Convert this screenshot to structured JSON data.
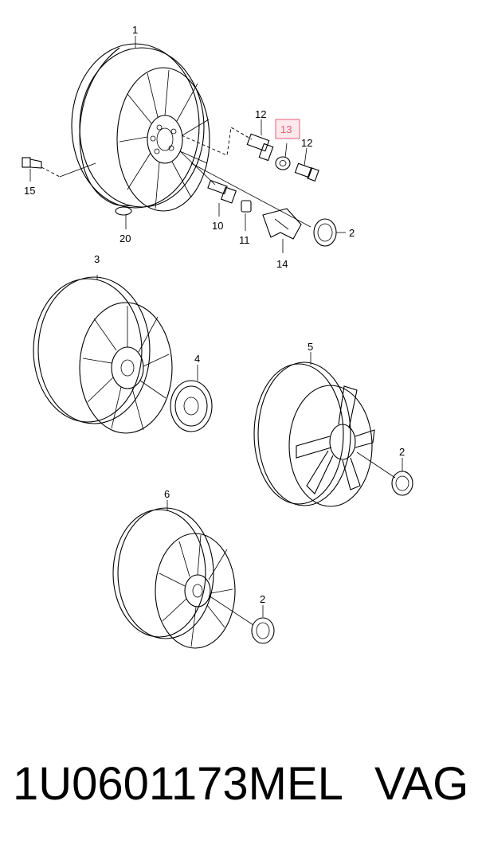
{
  "diagram": {
    "labels": [
      {
        "id": "1",
        "text": "1"
      },
      {
        "id": "2a",
        "text": "2"
      },
      {
        "id": "2b",
        "text": "2"
      },
      {
        "id": "2c",
        "text": "2"
      },
      {
        "id": "3",
        "text": "3"
      },
      {
        "id": "4",
        "text": "4"
      },
      {
        "id": "5",
        "text": "5"
      },
      {
        "id": "6",
        "text": "6"
      },
      {
        "id": "10",
        "text": "10"
      },
      {
        "id": "11",
        "text": "11"
      },
      {
        "id": "12a",
        "text": "12"
      },
      {
        "id": "12b",
        "text": "12"
      },
      {
        "id": "13",
        "text": "13"
      },
      {
        "id": "14",
        "text": "14"
      },
      {
        "id": "15",
        "text": "15"
      },
      {
        "id": "20",
        "text": "20"
      }
    ],
    "highlighted_label": "13",
    "highlight_color": "#e0607a"
  },
  "footer": {
    "part_number": "1U0601173MEL",
    "brand": "VAG"
  }
}
